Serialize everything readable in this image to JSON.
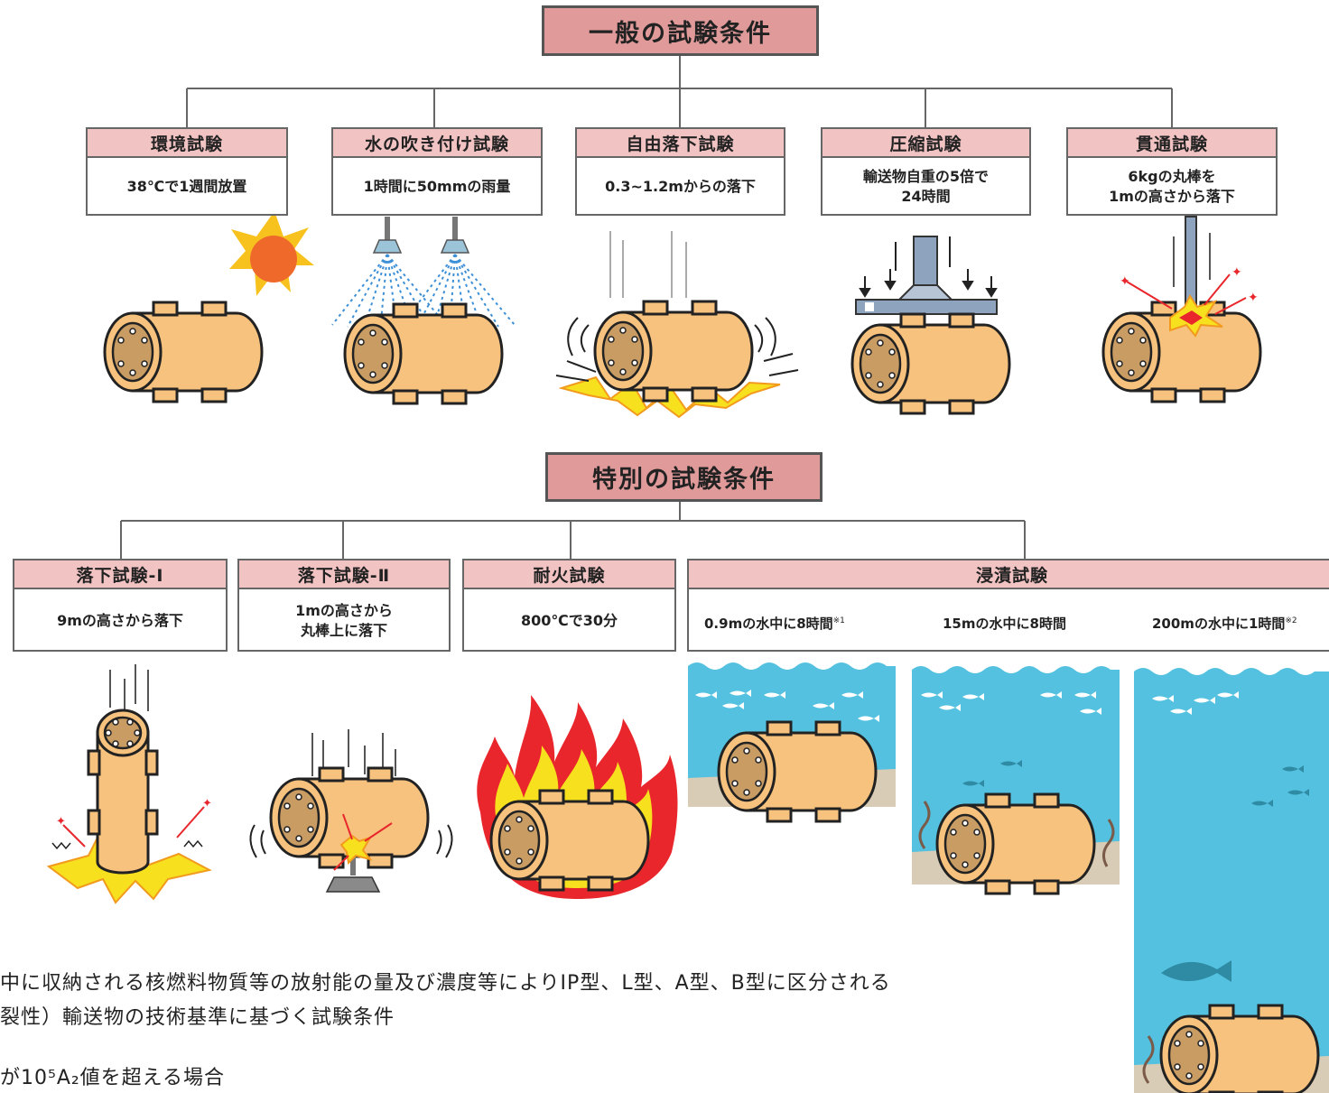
{
  "general": {
    "title": "一般の試験条件",
    "tests": [
      {
        "name": "環境試験",
        "condition": "38℃で1週間放置"
      },
      {
        "name": "水の吹き付け試験",
        "condition": "1時間に50mmの雨量"
      },
      {
        "name": "自由落下試験",
        "condition": "0.3~1.2mからの落下"
      },
      {
        "name": "圧縮試験",
        "condition": "輸送物自重の5倍で\n24時間"
      },
      {
        "name": "貫通試験",
        "condition": "6kgの丸棒を\n1mの高さから落下"
      }
    ]
  },
  "special": {
    "title": "特別の試験条件",
    "tests": [
      {
        "name": "落下試験-Ⅰ",
        "condition": "9mの高さから落下"
      },
      {
        "name": "落下試験-Ⅱ",
        "condition": "1mの高さから\n丸棒上に落下"
      },
      {
        "name": "耐火試験",
        "condition": "800℃で30分"
      }
    ],
    "immersion": {
      "name": "浸漬試験",
      "conditions": [
        "0.9mの水中に8時間",
        "15mの水中に8時間",
        "200mの水中に1時間"
      ],
      "note_marks": [
        "※1",
        "※2"
      ]
    }
  },
  "footnotes": {
    "line1": "中に収納される核燃料物質等の放射能の量及び濃度等によりIP型、L型、A型、B型に区分される",
    "line2": "裂性）輸送物の技術基準に基づく試験条件",
    "line3": "が10⁵A₂値を超える場合"
  }
}
